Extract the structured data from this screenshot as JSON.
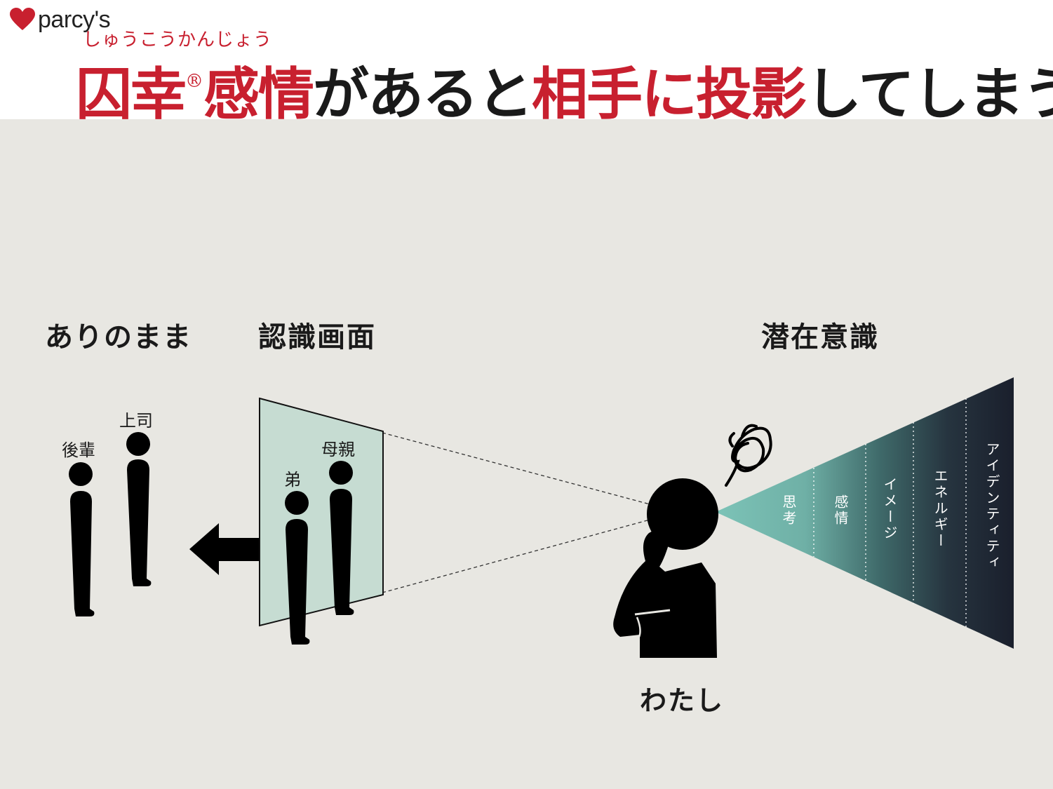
{
  "logo": {
    "text": "parcy's",
    "icon": "heart-icon"
  },
  "title": {
    "ruby": "しゅうこうかんじょう",
    "part_red_1": "囚幸",
    "registered": "®",
    "part_red_2": "感情",
    "part_black_1": "があると",
    "part_red_3": "相手に投影",
    "part_black_2": "してしまう"
  },
  "sections": {
    "reality": "ありのまま",
    "screen": "認識画面",
    "subconscious": "潜在意識"
  },
  "people_reality": {
    "boss": "上司",
    "junior": "後輩"
  },
  "people_screen": {
    "mother": "母親",
    "brother": "弟"
  },
  "me": "わたし",
  "layers": [
    "思考",
    "感情",
    "イメージ",
    "エネルギー",
    "アイデンティティ"
  ],
  "colors": {
    "accent_red": "#c8202f",
    "teal": "#7abfb4",
    "navy": "#1c2330",
    "bg": "#e8e7e2",
    "screen": "#c6dcd2"
  },
  "icons": [
    "heart-icon",
    "person-icon",
    "left-arrow-icon",
    "thinking-person-icon",
    "tangle-icon"
  ]
}
